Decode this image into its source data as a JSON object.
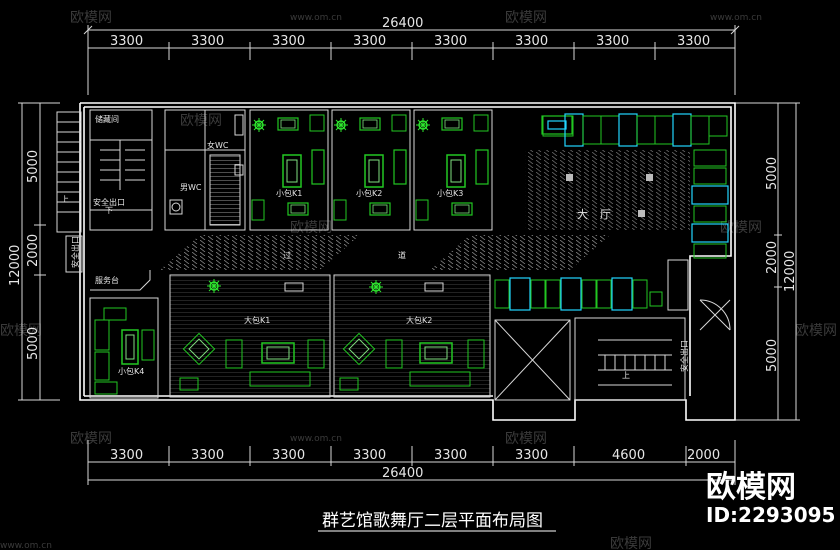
{
  "title": "群艺馆歌舞厅二层平面布局图",
  "top_dims": {
    "total": "26400",
    "segments": [
      "3300",
      "3300",
      "3300",
      "3300",
      "3300",
      "3300",
      "3300",
      "3300"
    ]
  },
  "bottom_dims": {
    "total": "26400",
    "segments": [
      "3300",
      "3300",
      "3300",
      "3300",
      "3300",
      "3300",
      "4600",
      "2000"
    ]
  },
  "left_dims": {
    "total": "12000",
    "segments": [
      "5000",
      "2000",
      "5000"
    ]
  },
  "right_dims": {
    "total": "12000",
    "segments": [
      "5000",
      "2000",
      "5000"
    ]
  },
  "rooms": {
    "small_k1": "小包K1",
    "small_k2": "小包K2",
    "small_k3": "小包K3",
    "small_k4": "小包K4",
    "large_k1": "大包K1",
    "large_k2": "大包K2",
    "hall_a": "大",
    "hall_b": "厅",
    "corridor_a": "过",
    "corridor_b": "道",
    "storage": "储藏间",
    "female_wc": "女WC",
    "male_wc": "男WC",
    "safety_exit_left": "安全出口",
    "safety_exit_right": "安全出口",
    "service_desk": "服务台",
    "up_left": "上",
    "down_left": "下",
    "up_right": "上"
  },
  "watermark": {
    "brand": "欧模网",
    "url": "www.om.cn"
  },
  "brand": {
    "name": "欧模网",
    "id": "ID:2293095"
  }
}
